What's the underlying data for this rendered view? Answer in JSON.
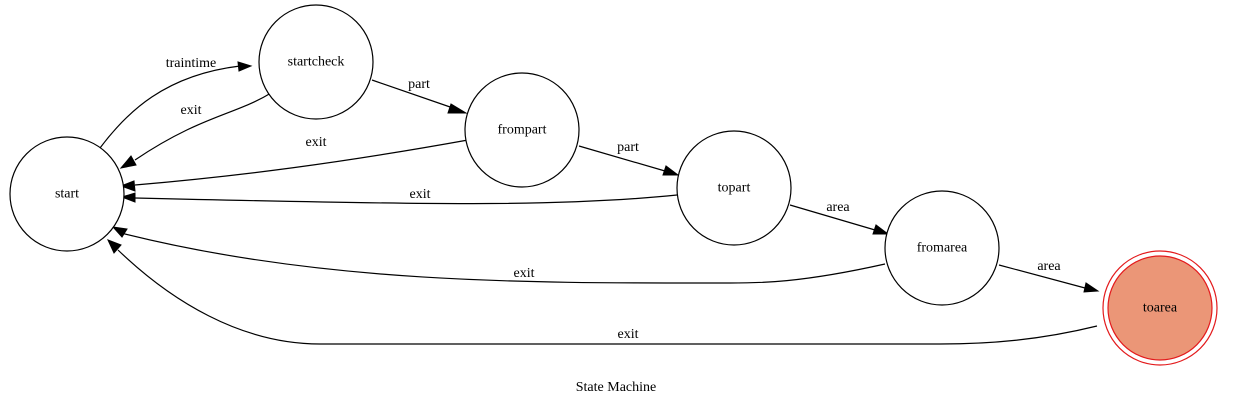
{
  "title": "State Machine",
  "colors": {
    "accept_fill": "#eb9677",
    "accept_stroke": "#e31a1c",
    "line": "#000000",
    "node_fill": "#ffffff"
  },
  "nodes": [
    {
      "id": "start",
      "label": "start",
      "type": "state"
    },
    {
      "id": "startcheck",
      "label": "startcheck",
      "type": "state"
    },
    {
      "id": "frompart",
      "label": "frompart",
      "type": "state"
    },
    {
      "id": "topart",
      "label": "topart",
      "type": "state"
    },
    {
      "id": "fromarea",
      "label": "fromarea",
      "type": "state"
    },
    {
      "id": "toarea",
      "label": "toarea",
      "type": "accept"
    }
  ],
  "edges": [
    {
      "id": "start-startcheck",
      "from": "start",
      "to": "startcheck",
      "label": "traintime"
    },
    {
      "id": "startcheck-start",
      "from": "startcheck",
      "to": "start",
      "label": "exit"
    },
    {
      "id": "startcheck-frompart",
      "from": "startcheck",
      "to": "frompart",
      "label": "part"
    },
    {
      "id": "frompart-start",
      "from": "frompart",
      "to": "start",
      "label": "exit"
    },
    {
      "id": "frompart-topart",
      "from": "frompart",
      "to": "topart",
      "label": "part"
    },
    {
      "id": "topart-start",
      "from": "topart",
      "to": "start",
      "label": "exit"
    },
    {
      "id": "topart-fromarea",
      "from": "topart",
      "to": "fromarea",
      "label": "area"
    },
    {
      "id": "fromarea-start",
      "from": "fromarea",
      "to": "start",
      "label": "exit"
    },
    {
      "id": "fromarea-toarea",
      "from": "fromarea",
      "to": "toarea",
      "label": "area"
    },
    {
      "id": "toarea-start",
      "from": "toarea",
      "to": "start",
      "label": "exit"
    }
  ]
}
